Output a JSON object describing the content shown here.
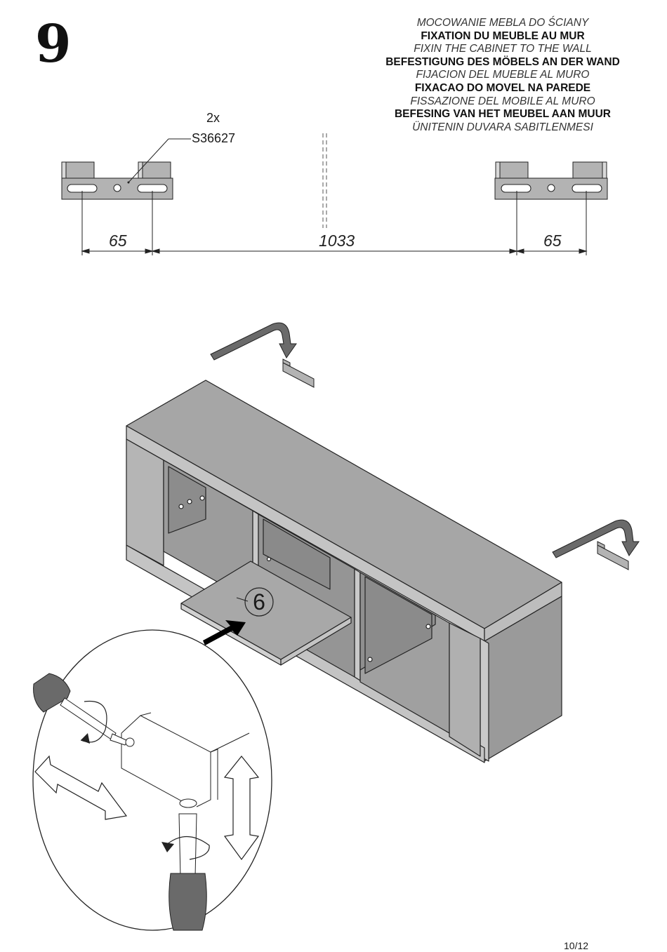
{
  "step": {
    "number": "9"
  },
  "titles": [
    {
      "text": "MOCOWANIE MEBLA DO ŚCIANY",
      "style": "italic"
    },
    {
      "text": "FIXATION DU MEUBLE AU MUR",
      "style": "bold"
    },
    {
      "text": "FIXIN THE CABINET TO THE WALL",
      "style": "italic"
    },
    {
      "text": "BEFESTIGUNG DES MÖBELS AN DER WAND",
      "style": "bold"
    },
    {
      "text": "FIJACION DEL MUEBLE AL MURO",
      "style": "italic"
    },
    {
      "text": "FIXACAO DO MOVEL NA PAREDE",
      "style": "bold"
    },
    {
      "text": "FISSAZIONE DEL MOBILE AL MURO",
      "style": "italic"
    },
    {
      "text": "BEFESING VAN HET MEUBEL AAN MUUR",
      "style": "bold"
    },
    {
      "text": "ÜNITENIN DUVARA SABITLENMESI",
      "style": "italic"
    }
  ],
  "part": {
    "quantity": "2x",
    "code": "S36627"
  },
  "dimensions": {
    "left": "65",
    "center": "1033",
    "right": "65"
  },
  "callout": {
    "part_number": "6"
  },
  "footer": {
    "page": "10/12"
  },
  "colors": {
    "panel": "#a8a8a8",
    "panel_dark": "#8e8e8e",
    "line": "#222222",
    "arrow": "#555555"
  }
}
